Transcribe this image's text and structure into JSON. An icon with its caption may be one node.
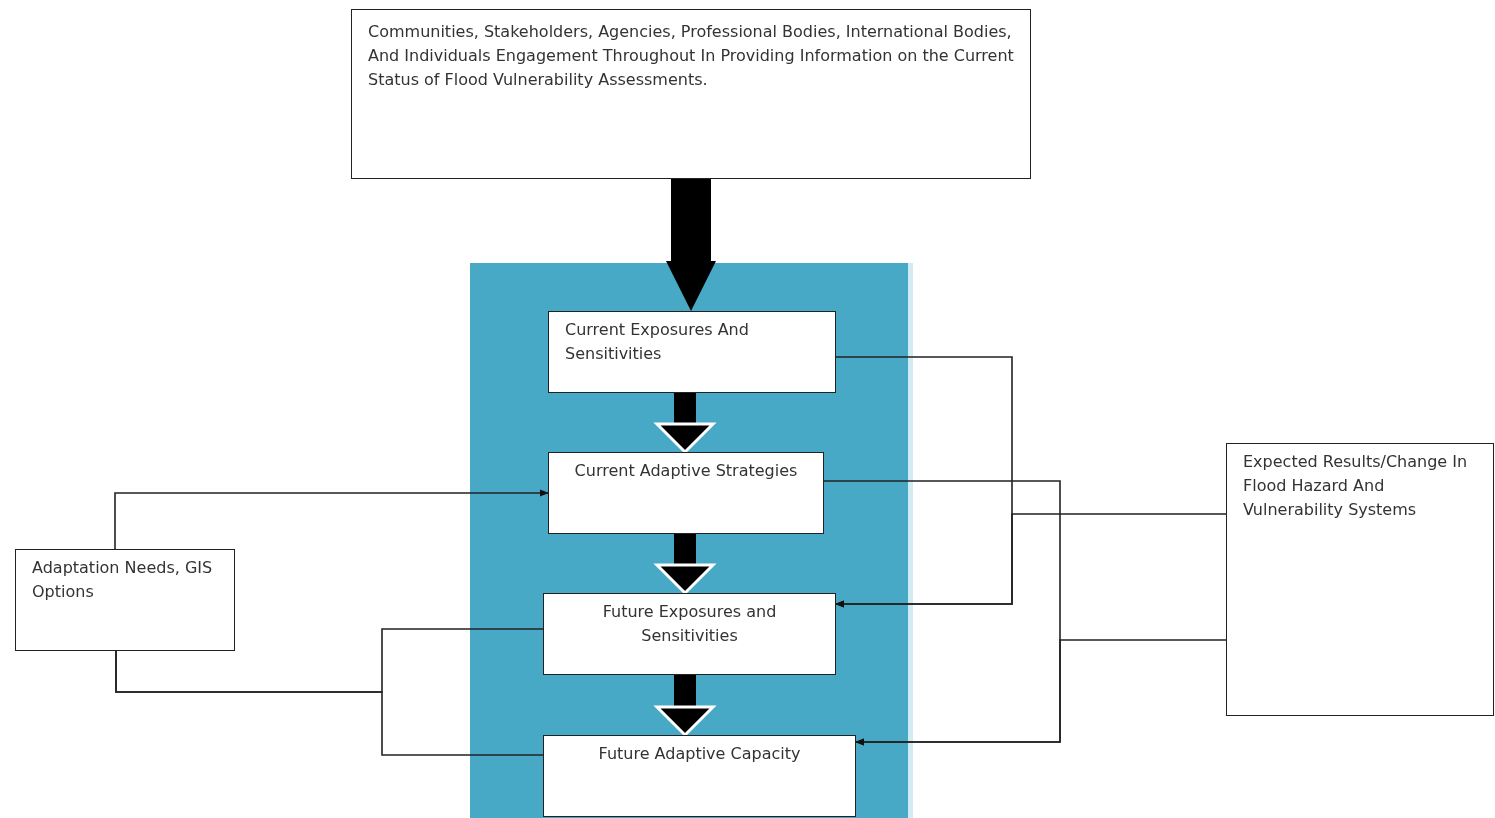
{
  "diagram": {
    "nodes": [
      {
        "text": [
          "Communities, Stakeholders, Agencies, Professional Bodies, International Bodies, And Individuals Engagement Throughout In Providing Information on the Current Status of Flood Vulnerability Assessments."
        ]
      },
      {
        "text": [],
        "shape": "box"
      },
      {
        "text": [
          "Current Exposures And Sensitivities"
        ],
        "in": 1
      },
      {
        "text": [
          "Current Adaptive Strategies"
        ],
        "in": 1
      },
      {
        "text": [
          "Future Exposures  and Sensitivities"
        ],
        "in": 1
      },
      {
        "text": [
          "Future Adaptive Capacity"
        ],
        "in": 1
      },
      {
        "text": [
          "Adaptation Needs, GIS Options"
        ]
      },
      {
        "text": [
          "Expected Results/Change In Flood Hazard And Vulnerability Systems"
        ]
      }
    ],
    "edges": [
      {
        "from": 0,
        "to": 2,
        "arrow": "to",
        "style": "thick"
      },
      {
        "from": 2,
        "to": 3,
        "arrow": "to",
        "style": "thick"
      },
      {
        "from": 3,
        "to": 4,
        "arrow": "to",
        "style": "thick"
      },
      {
        "from": 4,
        "to": 5,
        "arrow": "to",
        "style": "thick"
      },
      {
        "from": 6,
        "to": 3,
        "arrow": "to"
      },
      {
        "from": 4,
        "to": 6,
        "arrow": "none"
      },
      {
        "from": 5,
        "to": 6,
        "arrow": "none"
      },
      {
        "from": 2,
        "to": 4,
        "arrow": "to"
      },
      {
        "from": 7,
        "to": 4,
        "arrow": "to"
      },
      {
        "from": 3,
        "to": 5,
        "arrow": "to"
      },
      {
        "from": 7,
        "to": 5,
        "arrow": "to"
      }
    ]
  }
}
